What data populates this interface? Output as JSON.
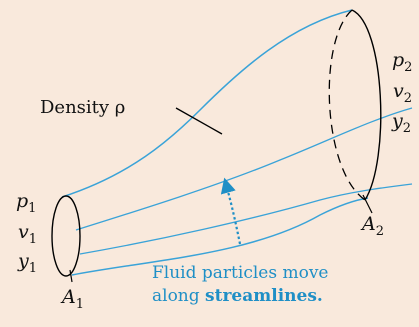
{
  "colors": {
    "background": "#f9e9dc",
    "tube_outline": "#000000",
    "streamline": "#3aa3d8",
    "callout": "#1f8fc6",
    "text": "#111111"
  },
  "density_label": "Density ρ",
  "left_end": {
    "p_sym": "p",
    "p_sub": "1",
    "v_sym": "v",
    "v_sub": "1",
    "y_sym": "y",
    "y_sub": "1",
    "a_sym": "A",
    "a_sub": "1"
  },
  "right_end": {
    "p_sym": "p",
    "p_sub": "2",
    "v_sym": "v",
    "v_sub": "2",
    "y_sym": "y",
    "y_sub": "2",
    "a_sym": "A",
    "a_sub": "2"
  },
  "callout": {
    "line1": "Fluid particles move",
    "line2_prefix": "along ",
    "line2_bold": "streamlines."
  }
}
